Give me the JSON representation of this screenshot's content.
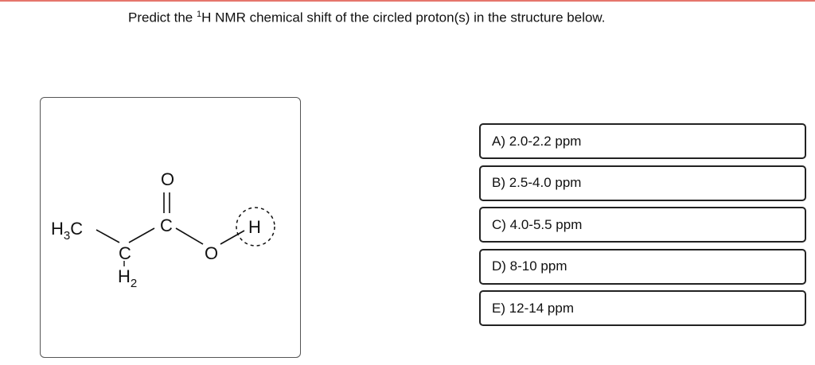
{
  "question": {
    "prefix": "Predict the ",
    "superscript": "1",
    "suffix": "H NMR chemical shift of the circled proton(s) in the structure below."
  },
  "structure": {
    "ch3": "H",
    "ch3_sub": "3",
    "ch3_c": "C",
    "ch2_c": "C",
    "ch2_h": "H",
    "ch2_sub": "2",
    "carbonyl_c": "C",
    "carbonyl_o": "O",
    "ether_o": "O",
    "proton": "H"
  },
  "choices": [
    {
      "label": "A) 2.0-2.2 ppm"
    },
    {
      "label": "B) 2.5-4.0 ppm"
    },
    {
      "label": "C) 4.0-5.5 ppm"
    },
    {
      "label": "D) 8-10 ppm"
    },
    {
      "label": "E) 12-14 ppm"
    }
  ]
}
